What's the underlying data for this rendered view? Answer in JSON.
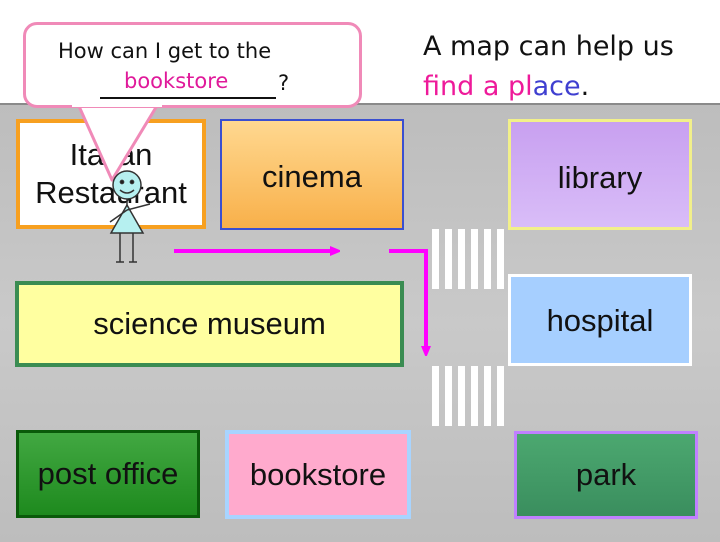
{
  "speech_bubble": {
    "question_line1": "How can I get to the",
    "answer": "bookstore",
    "question_end": "?"
  },
  "caption": {
    "line1": "A map can help us",
    "line2_part1": "find a pl",
    "line2_part2": "ace",
    "line2_end": "."
  },
  "places": {
    "italian_restaurant": {
      "line1": "Italian",
      "line2": "Restaurant"
    },
    "cinema": "cinema",
    "library": "library",
    "science_museum": "science museum",
    "hospital": "hospital",
    "post_office": "post office",
    "bookstore": "bookstore",
    "park": "park"
  },
  "colors": {
    "route_arrow": "#ff00ff",
    "bubble_border": "#f08ab8",
    "answer_text": "#e0199a",
    "caption_highlight": "#ee1a9a",
    "caption_blue": "#3f3fd0"
  },
  "icons": [
    "stick-figure-icon",
    "route-arrow-icon",
    "crosswalk-icon"
  ]
}
